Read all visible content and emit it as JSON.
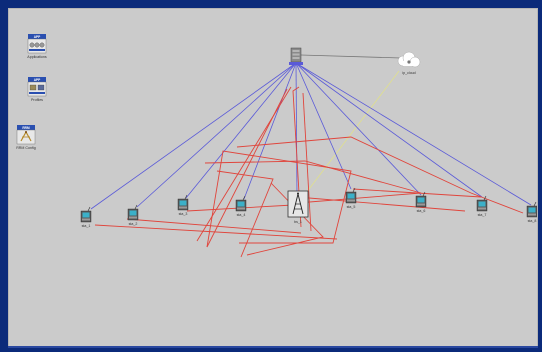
{
  "palette": {
    "frame_border": "#0b2a7a",
    "canvas_background": "#cbcbcb",
    "link_uplink": "#5a5ad8",
    "link_traffic": "#e0453c",
    "link_server": "#777777",
    "link_cloud": "#e6e69a"
  },
  "palette_objects": [
    {
      "id": "applications",
      "header": "APP",
      "label": "Applications",
      "icon": "application-config-icon"
    },
    {
      "id": "profiles",
      "header": "APP",
      "label": "Profiles",
      "icon": "profile-config-icon"
    },
    {
      "id": "rrm_config",
      "header": "RRM",
      "label": "RRM Config",
      "icon": "rrm-config-icon"
    }
  ],
  "server": {
    "label": "",
    "icon": "server-icon"
  },
  "cloud": {
    "label": "ip_cloud",
    "icon": "ip-cloud-icon"
  },
  "base_station": {
    "label": "bs_1",
    "icon": "base-station-tower-icon"
  },
  "clients": [
    {
      "label": "sta_1"
    },
    {
      "label": "sta_2"
    },
    {
      "label": "sta_3"
    },
    {
      "label": "sta_4"
    },
    {
      "label": "sta_5"
    },
    {
      "label": "sta_6"
    },
    {
      "label": "sta_7"
    },
    {
      "label": "sta_8"
    }
  ]
}
